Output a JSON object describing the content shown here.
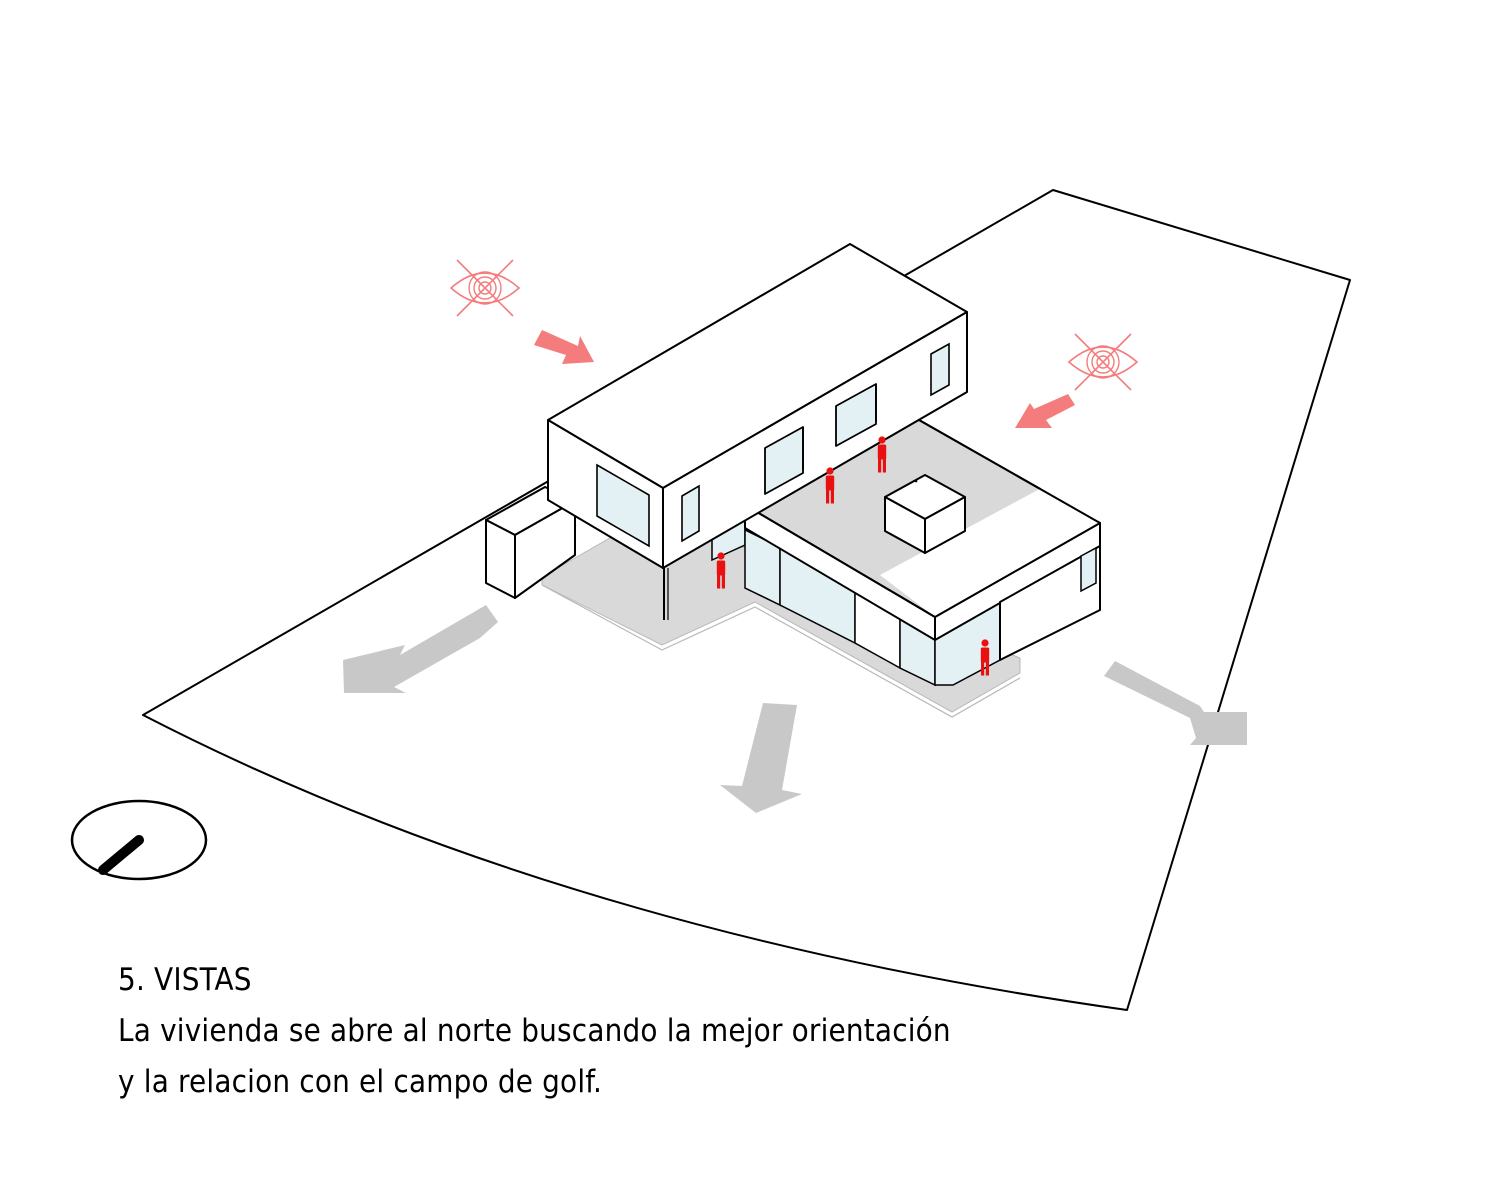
{
  "caption": {
    "title": "5. VISTAS",
    "line1": "La vivienda se abre al norte buscando la mejor orientación",
    "line2": "y la relacion con el campo de golf."
  },
  "colors": {
    "line": "#000000",
    "people": "#e81010",
    "blocked_view_arrow": "#f47c7c",
    "open_view_arrow": "#c8c8c8",
    "terrace": "#d9d9d9",
    "glazing": "#e4f1f4"
  },
  "icons": {
    "blocked_view": "crossed-eye-icon",
    "orientation": "north-compass-icon",
    "person": "person-icon"
  }
}
